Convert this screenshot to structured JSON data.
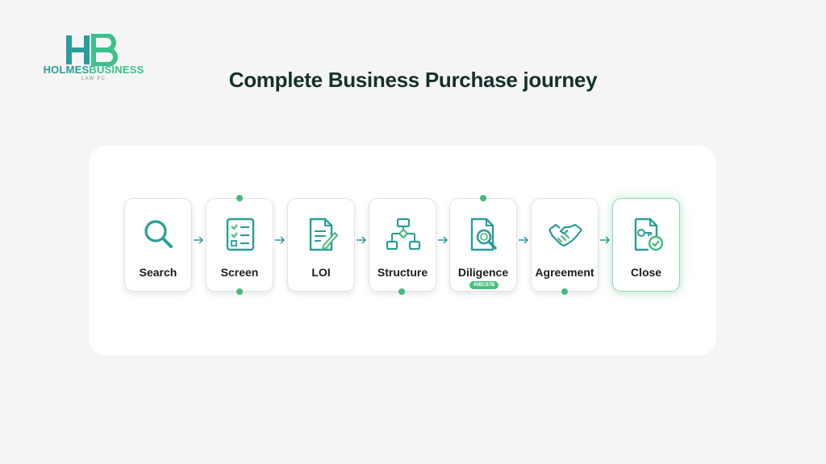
{
  "logo": {
    "name_part1": "HOLMES",
    "name_part2": "BUSINESS",
    "subtitle": "LAW PC"
  },
  "title": "Complete Business Purchase journey",
  "colors": {
    "teal": "#2a9d98",
    "green": "#46b97b",
    "title": "#16302b"
  },
  "steps": [
    {
      "label": "Search",
      "icon": "magnifier-icon"
    },
    {
      "label": "Screen",
      "icon": "checklist-icon"
    },
    {
      "label": "LOI",
      "icon": "document-pen-icon"
    },
    {
      "label": "Structure",
      "icon": "flowchart-icon"
    },
    {
      "label": "Diligence",
      "icon": "document-search-icon",
      "badge": "#5BC57B"
    },
    {
      "label": "Agreement",
      "icon": "handshake-icon"
    },
    {
      "label": "Close",
      "icon": "document-key-check-icon"
    }
  ]
}
